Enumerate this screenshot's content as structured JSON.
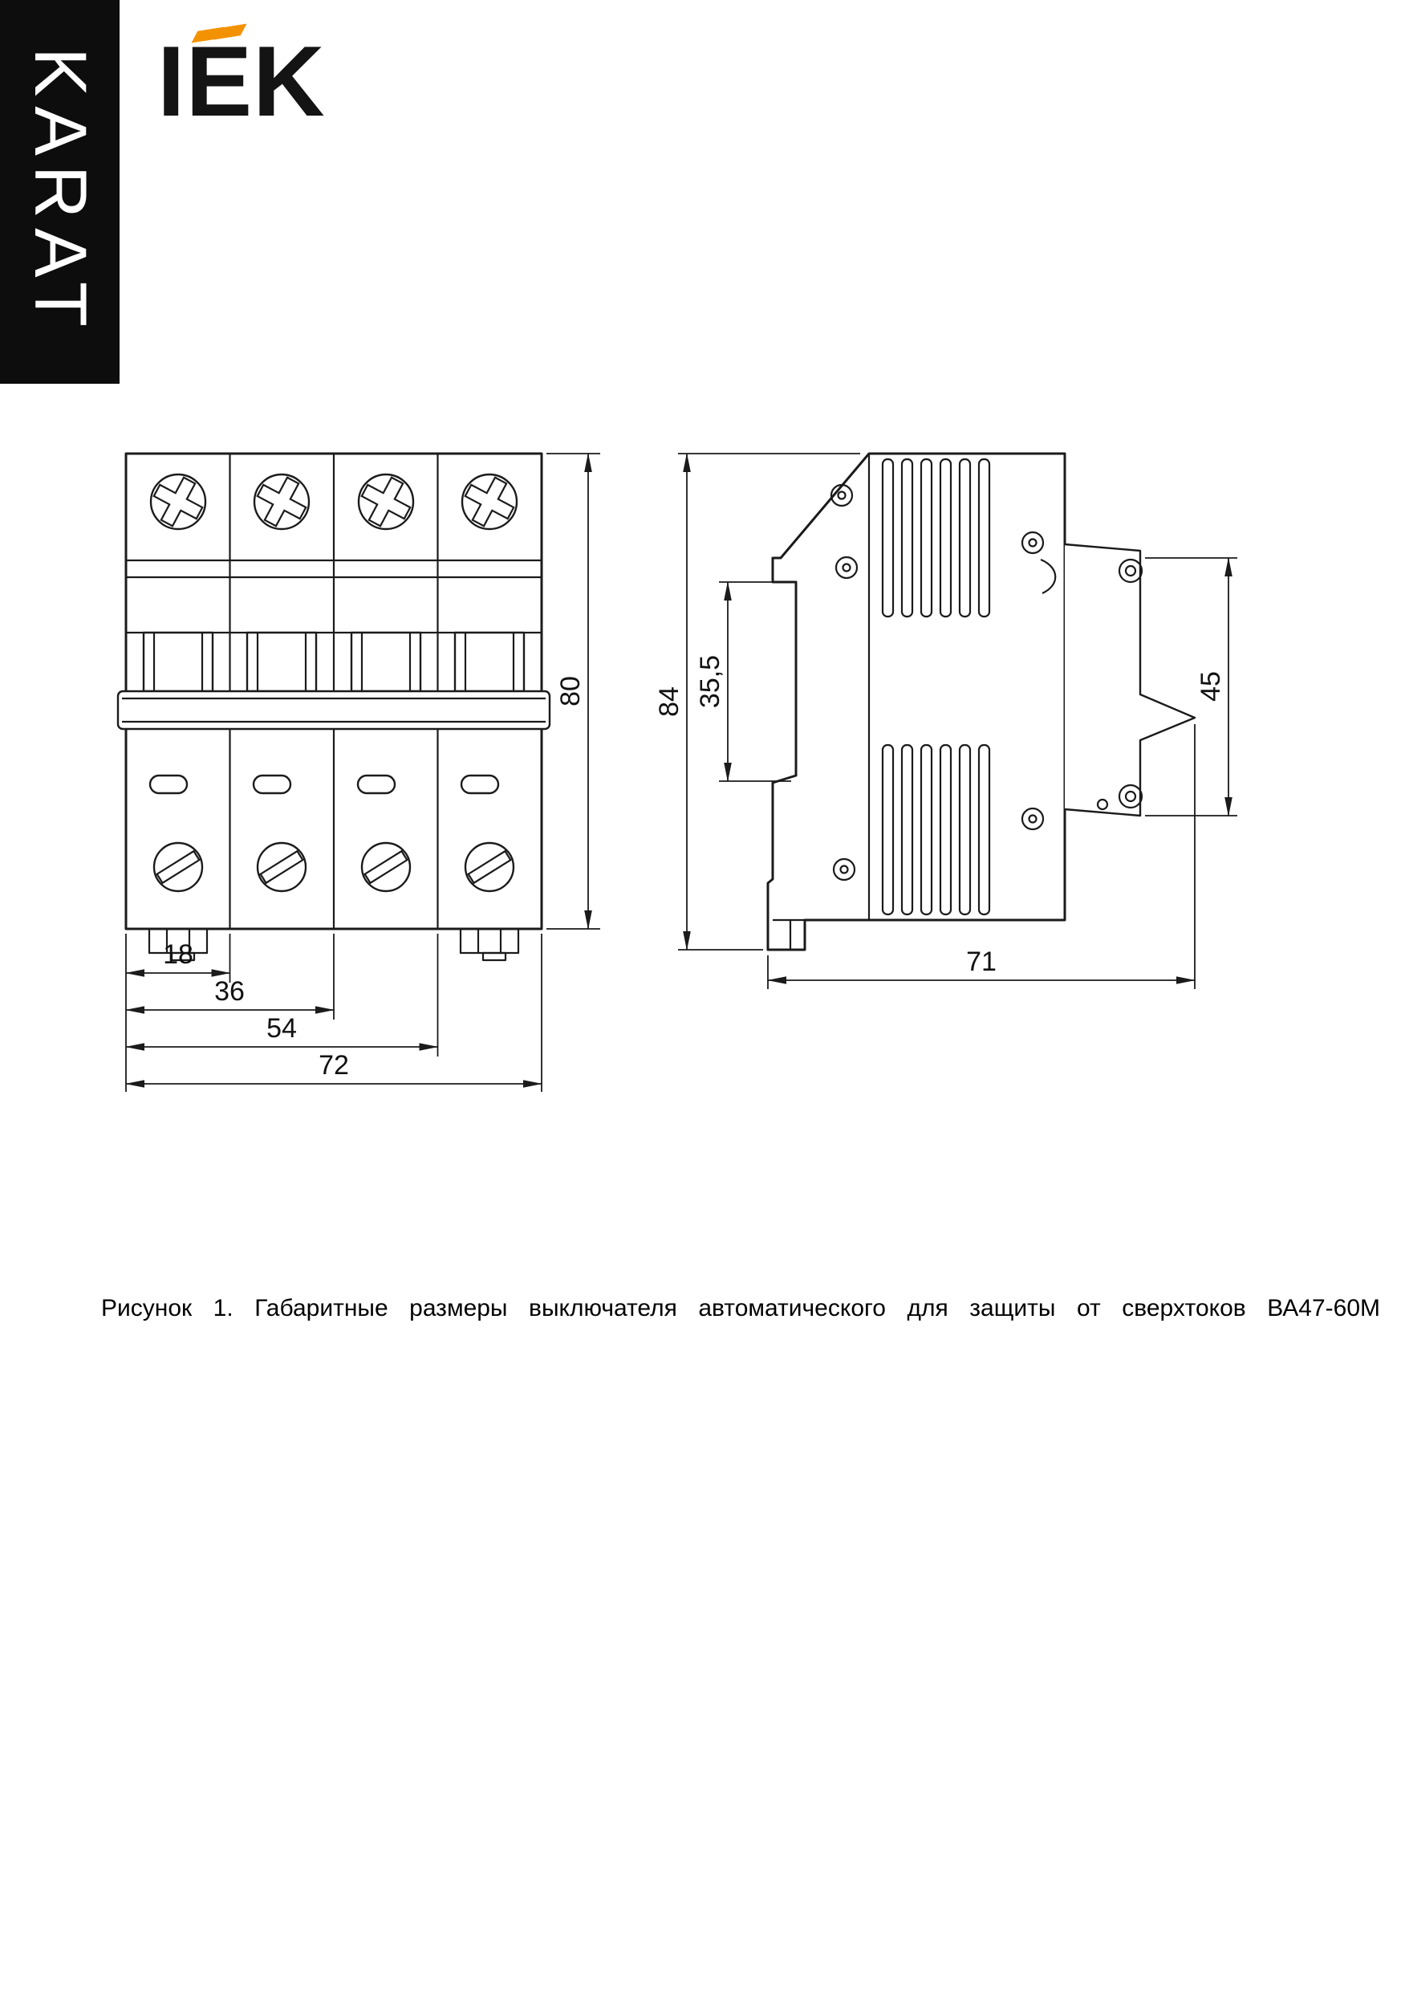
{
  "brand": {
    "vertical_text": "KARAT",
    "logo_text": "IEK"
  },
  "front_view": {
    "dim_height": "80",
    "dim_step1": "18",
    "dim_step2": "36",
    "dim_step3": "54",
    "dim_width": "72"
  },
  "side_view": {
    "dim_height": "84",
    "dim_rail": "35,5",
    "dim_mount": "45",
    "dim_depth": "71"
  },
  "figure": {
    "caption": "Рисунок 1. Габаритные размеры выключателя автоматического для защиты от сверхтоков ВА47-60М"
  },
  "colors": {
    "ink": "#1b1b1b",
    "accent_orange": "#f39200",
    "banner": "#0d0d0d"
  }
}
